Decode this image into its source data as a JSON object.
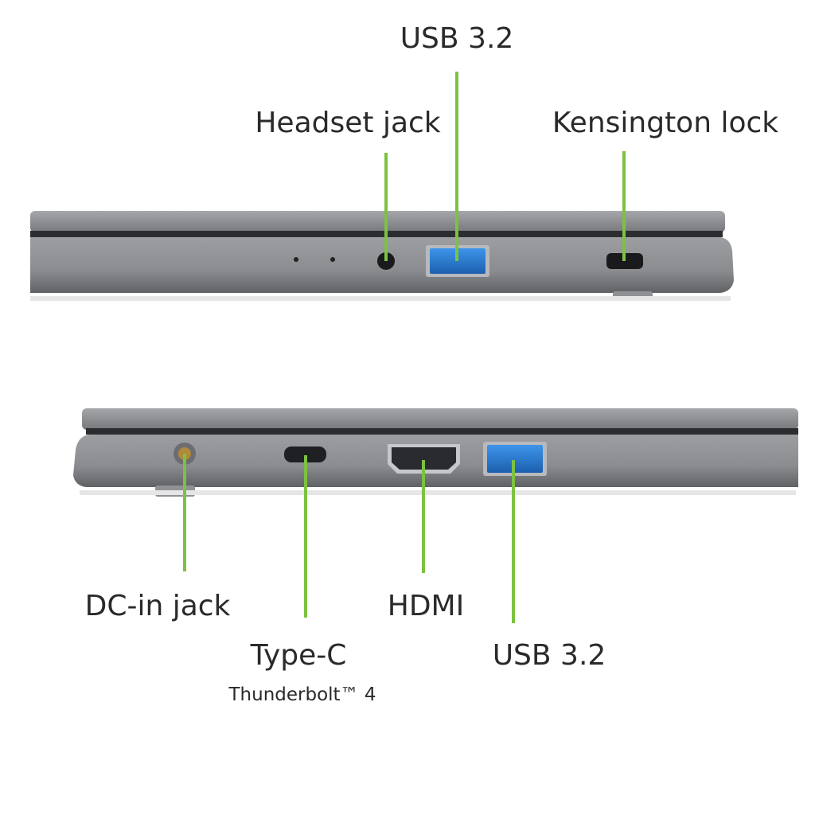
{
  "colors": {
    "leader": "#7cc242",
    "chassis": "#8a8c90",
    "usb_blue": "#2f7fd6"
  },
  "top_view": {
    "labels": {
      "usb": "USB 3.2",
      "headset": "Headset jack",
      "kensington": "Kensington lock"
    }
  },
  "bottom_view": {
    "labels": {
      "dc_in": "DC-in jack",
      "type_c": "Type-C",
      "type_c_sub": "Thunderbolt™ 4",
      "hdmi": "HDMI",
      "usb": "USB 3.2"
    }
  }
}
